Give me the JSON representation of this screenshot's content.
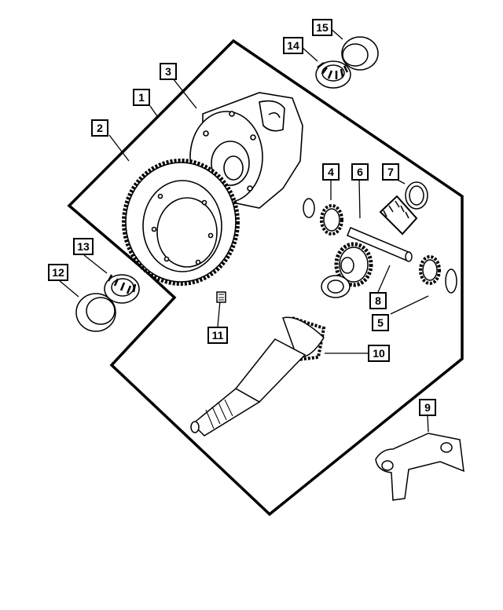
{
  "diagram": {
    "line_color": "#000000",
    "background": "#ffffff"
  },
  "callouts": {
    "c1": "1",
    "c2": "2",
    "c3": "3",
    "c4": "4",
    "c5": "5",
    "c6": "6",
    "c7": "7",
    "c8": "8",
    "c9": "9",
    "c10": "10",
    "c11": "11",
    "c12": "12",
    "c13": "13",
    "c14": "14",
    "c15": "15"
  }
}
